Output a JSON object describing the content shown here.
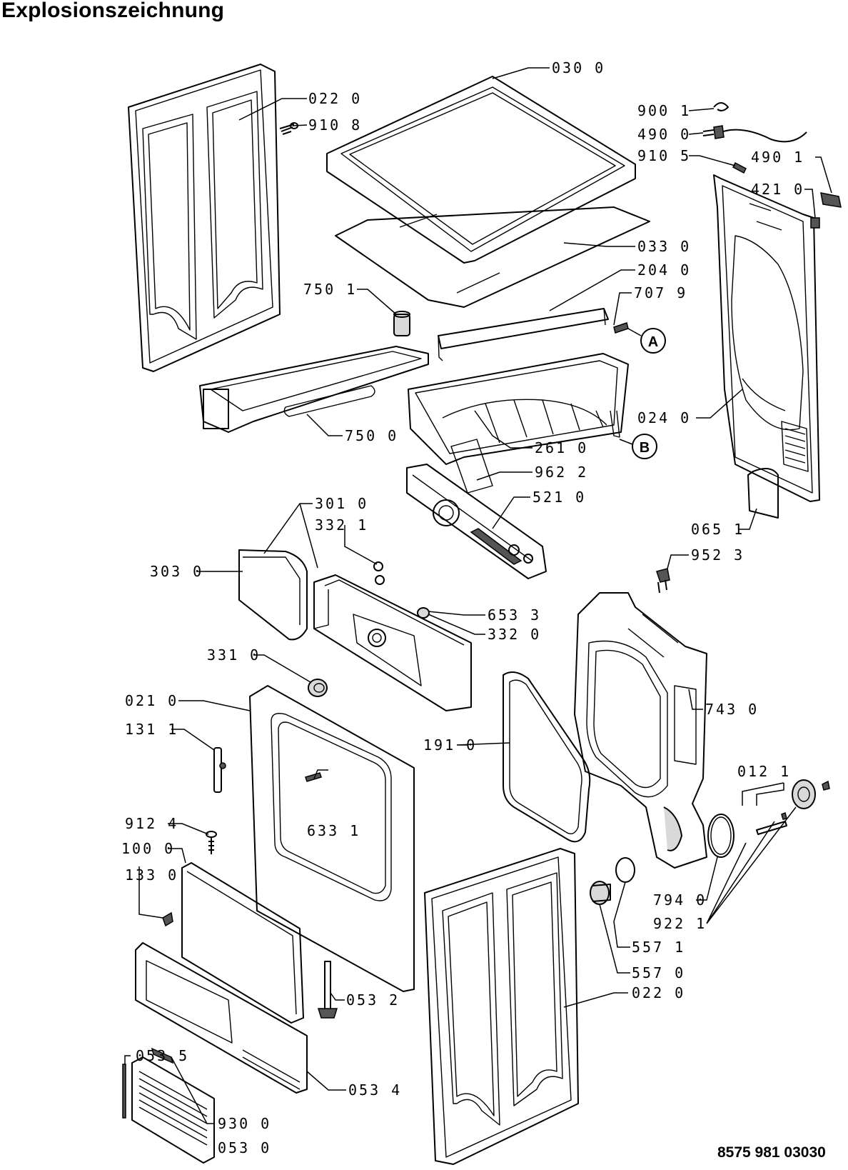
{
  "title": "Explosionszeichnung",
  "document_number": "8575 981 03030",
  "callouts": [
    "A",
    "B"
  ],
  "part_labels": [
    "030 0",
    "022 0",
    "910 8",
    "900 1",
    "490 0",
    "910 5",
    "490 1",
    "421 0",
    "033 0",
    "204 0",
    "750 1",
    "707 9",
    "024 0",
    "750 0",
    "261 0",
    "962 2",
    "521 0",
    "065 1",
    "301 0",
    "332 1",
    "303 0",
    "952 3",
    "653 3",
    "332 0",
    "331 0",
    "021 0",
    "743 0",
    "131 1",
    "191 0",
    "012 1",
    "912 4",
    "633 1",
    "100 0",
    "133 0",
    "794 0",
    "922 1",
    "557 1",
    "557 0",
    "053 2",
    "022 0",
    "053 5",
    "053 4",
    "930 0",
    "053 0"
  ]
}
